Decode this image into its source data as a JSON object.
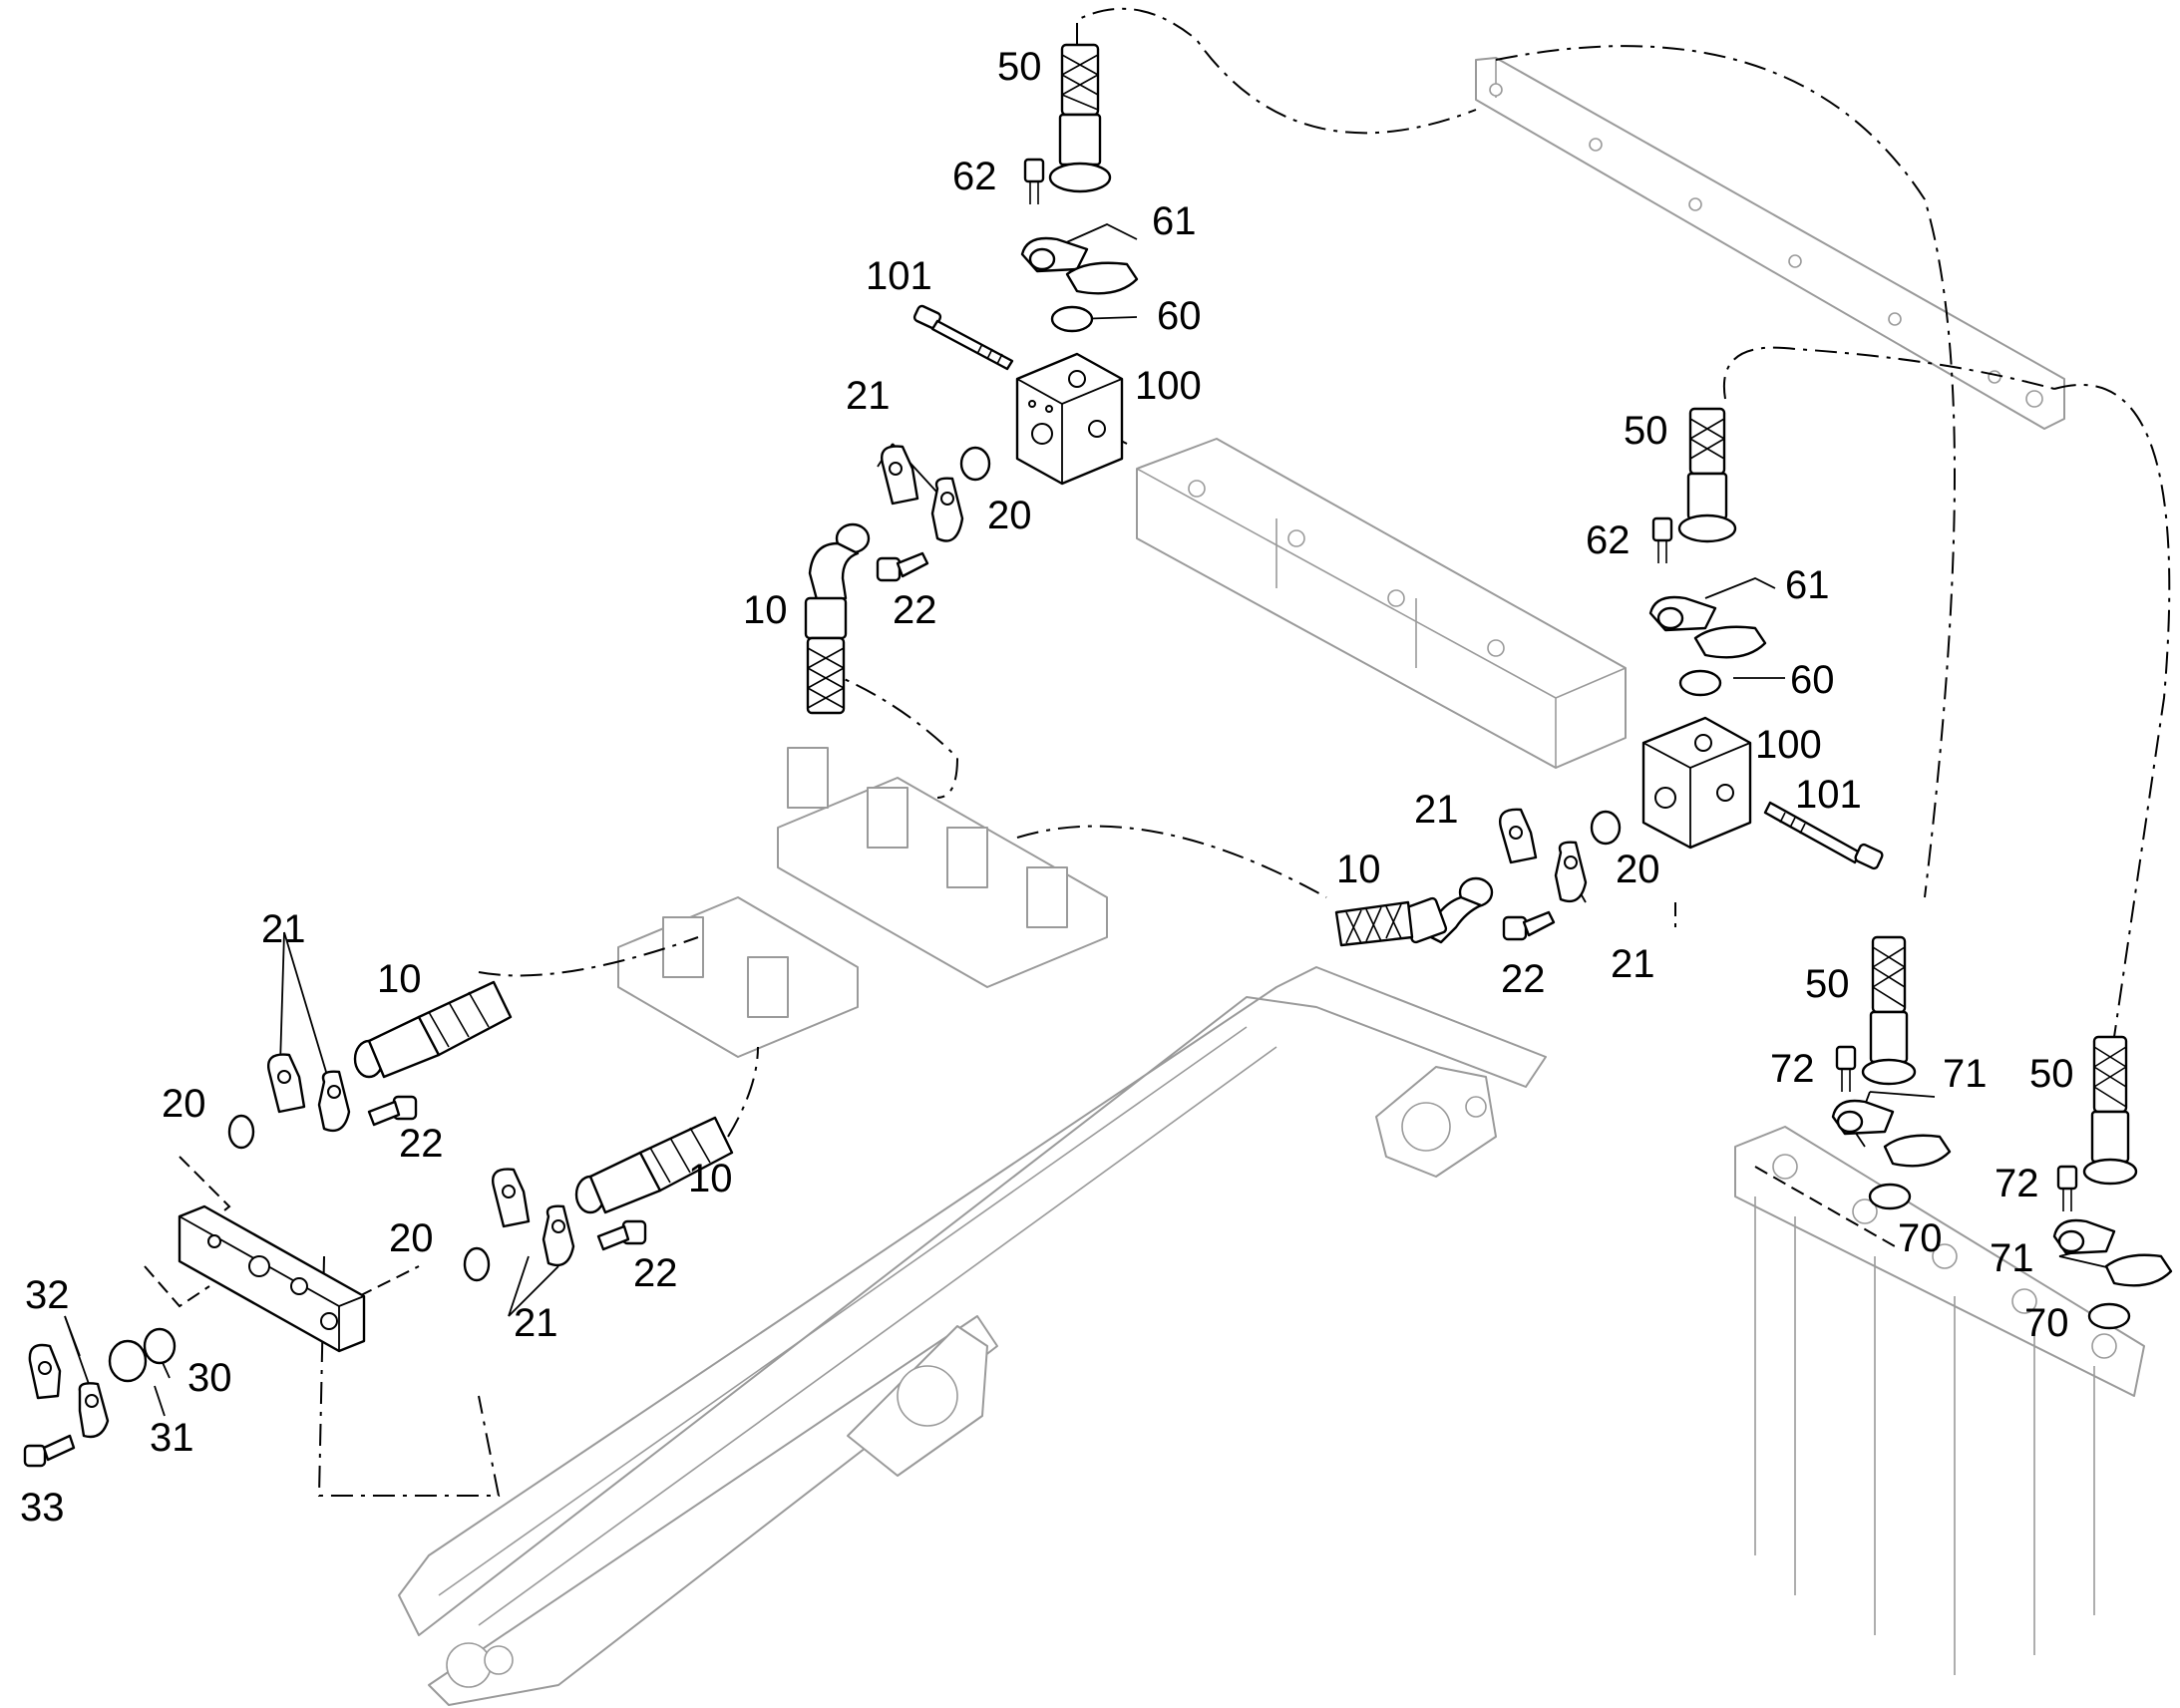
{
  "callouts": {
    "c50_top": "50",
    "c62_top": "62",
    "c61_top": "61",
    "c101_top": "101",
    "c60_top": "60",
    "c100_top": "100",
    "c21_top": "21",
    "c20_top": "20",
    "c10_top": "10",
    "c22_top": "22",
    "c50_r1": "50",
    "c62_r": "62",
    "c61_r": "61",
    "c60_r": "60",
    "c100_r": "100",
    "c101_r": "101",
    "c21_mid": "21",
    "c10_mid": "10",
    "c20_mid": "20",
    "c22_mid": "22",
    "c21_mid2": "21",
    "c21_left": "21",
    "c10_left": "10",
    "c20_left": "20",
    "c22_left": "22",
    "c10_low": "10",
    "c20_low": "20",
    "c22_low": "22",
    "c21_low": "21",
    "c32": "32",
    "c30": "30",
    "c31": "31",
    "c33": "33",
    "c50_r2": "50",
    "c72_a": "72",
    "c71_a": "71",
    "c70_a": "70",
    "c50_r3": "50",
    "c72_b": "72",
    "c71_b": "71",
    "c70_b": "70"
  },
  "colors": {
    "ink": "#000000",
    "context_gray": "#9a9a9a",
    "background": "#ffffff"
  }
}
